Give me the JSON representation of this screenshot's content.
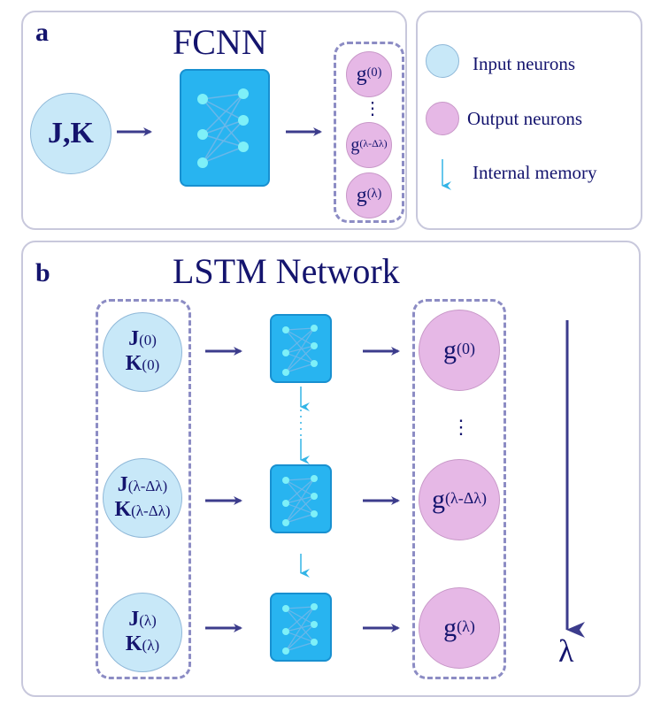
{
  "panel_a": {
    "letter": "a",
    "title": "FCNN",
    "input": "J,K",
    "outputs": [
      "g",
      "g",
      "g"
    ],
    "output_subs": [
      "(0)",
      "(λ-Δλ)",
      "(λ)"
    ],
    "dots": "⋮"
  },
  "legend": {
    "input_label": "Input  neurons",
    "output_label": "Output  neurons",
    "memory_label": "Internal memory"
  },
  "panel_b": {
    "letter": "b",
    "title": "LSTM Network",
    "rows": [
      {
        "j": "J",
        "j_sub": "(0)",
        "k": "K",
        "k_sub": "(0)",
        "g": "g",
        "g_sub": "(0)"
      },
      {
        "j": "J",
        "j_sub": "(λ-Δλ)",
        "k": "K",
        "k_sub": "(λ-Δλ)",
        "g": "g",
        "g_sub": "(λ-Δλ)"
      },
      {
        "j": "J",
        "j_sub": "(λ)",
        "k": "K",
        "k_sub": "(λ)",
        "g": "g",
        "g_sub": "(λ)"
      }
    ],
    "dots": "⋮",
    "axis_label": "λ"
  },
  "colors": {
    "input_fill": "#c8e8f8",
    "output_fill": "#e6b8e6",
    "network_fill": "#28b4f0",
    "arrow": "#3c3c8c",
    "memory_arrow": "#32b4e6",
    "text": "#14146e"
  }
}
